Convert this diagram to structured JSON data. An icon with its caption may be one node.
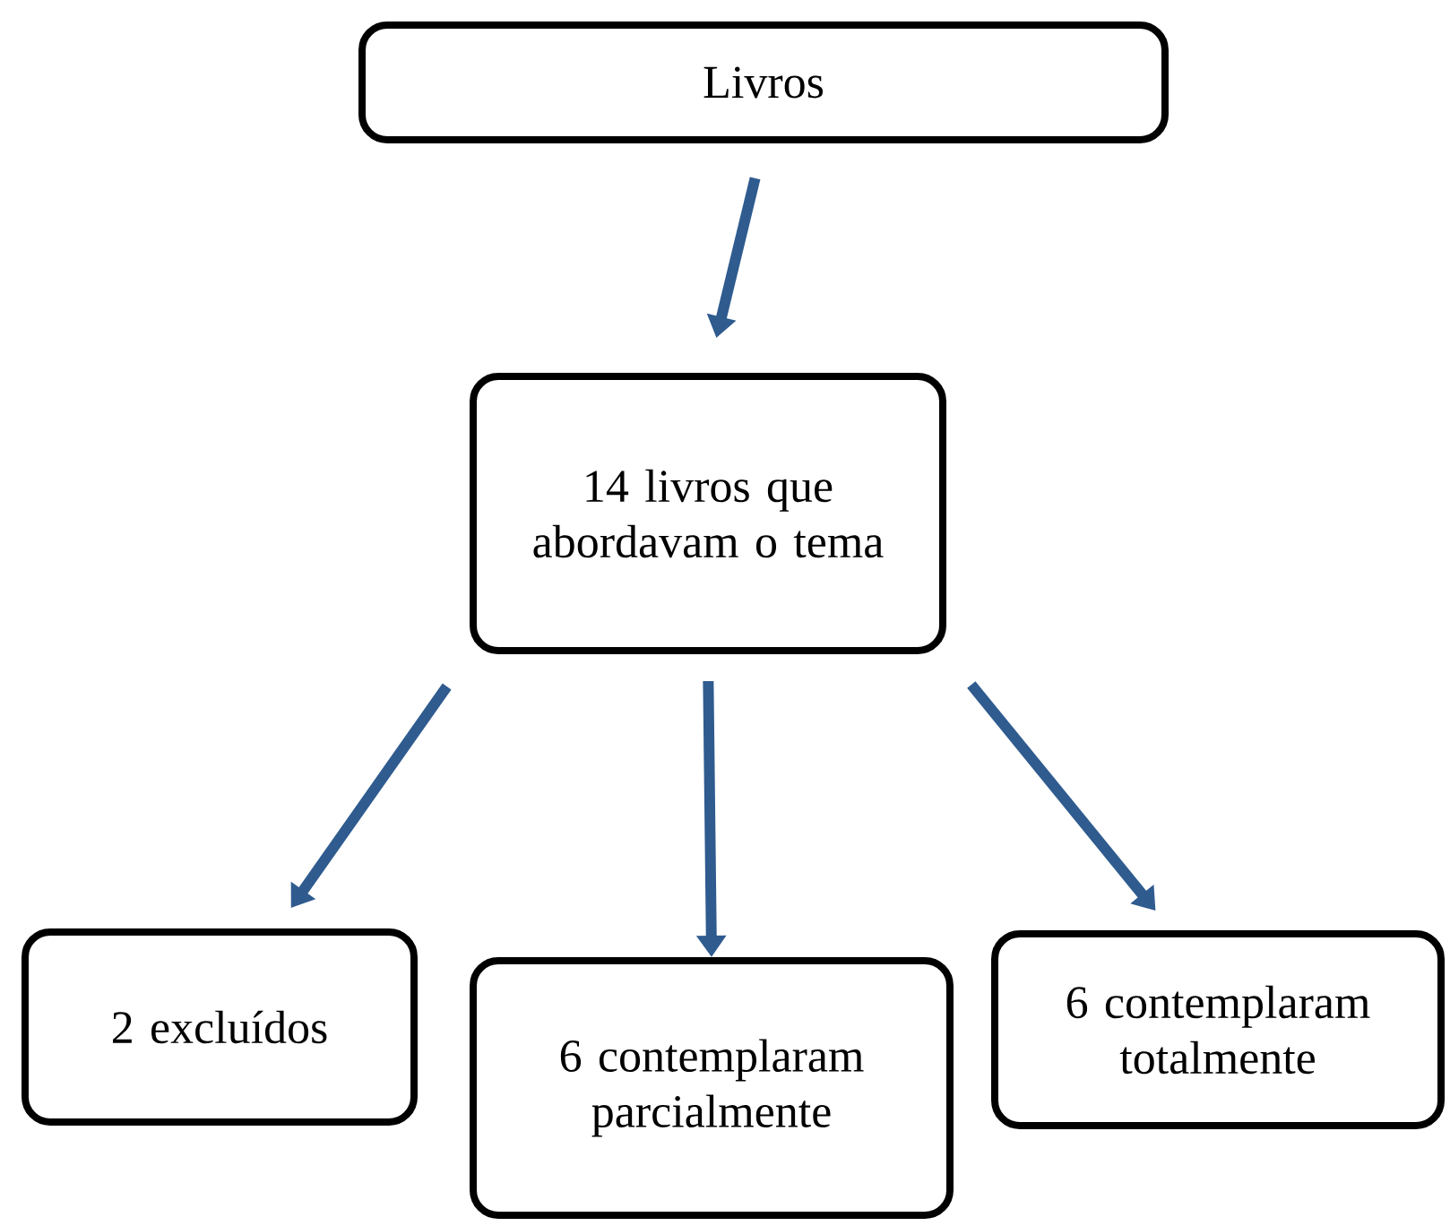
{
  "diagram": {
    "nodes": [
      {
        "text": [
          "Livros"
        ]
      },
      {
        "text": [
          "14 livros que abordavam o tema"
        ]
      },
      {
        "text": [
          "2 excluídos"
        ]
      },
      {
        "text": [
          "6 contemplaram parcialmente"
        ]
      },
      {
        "text": [
          "6 contemplaram totalmente"
        ]
      }
    ],
    "edges": [
      {
        "from": 0,
        "to": 1,
        "arrow": "to"
      },
      {
        "from": 1,
        "to": 2,
        "arrow": "to"
      },
      {
        "from": 1,
        "to": 3,
        "arrow": "to"
      },
      {
        "from": 1,
        "to": 4,
        "arrow": "to"
      }
    ]
  }
}
